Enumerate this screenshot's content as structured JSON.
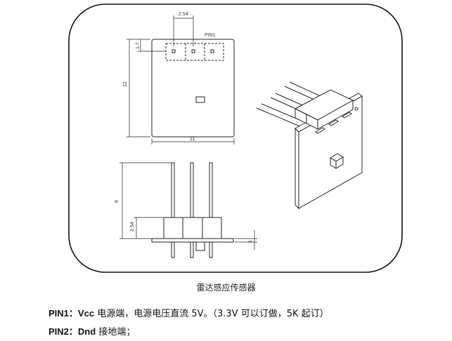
{
  "figure": {
    "pin_label": "PIN1",
    "dims": {
      "pitch_top": "2.54",
      "header_height": "1.7",
      "board_height": "12",
      "board_width": "11",
      "pin_length": "8",
      "pitch_side": "2.54",
      "thickness": "1"
    }
  },
  "caption": "雷达感应传感器",
  "pins": [
    {
      "label": "PIN1",
      "sep": "：",
      "signal": "Vcc",
      "desc": " 电源端，电源电压直流 5V。（3.3V 可以订做，5K 起订）"
    },
    {
      "label": "PIN2",
      "sep": "：",
      "signal": "Dnd",
      "desc": " 接地端；"
    }
  ]
}
